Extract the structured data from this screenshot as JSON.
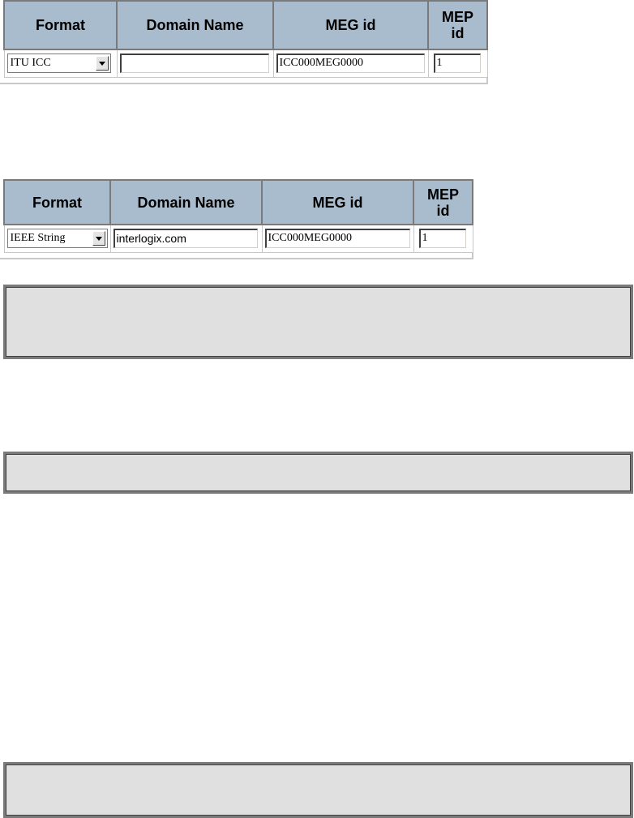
{
  "headers": {
    "format": "Format",
    "domain_name": "Domain Name",
    "meg_id": "MEG id",
    "mep_id_line1": "MEP",
    "mep_id_line2": "id"
  },
  "table1": {
    "format_selected": "ITU ICC",
    "domain_name_value": "",
    "meg_id_value": "ICC000MEG0000",
    "mep_id_value": "1"
  },
  "table2": {
    "format_selected": "IEEE String",
    "domain_name_value": "interlogix.com",
    "meg_id_value": "ICC000MEG0000",
    "mep_id_value": "1"
  },
  "boxes": {
    "box1_text": "",
    "box2_text": "",
    "box3_text": ""
  }
}
